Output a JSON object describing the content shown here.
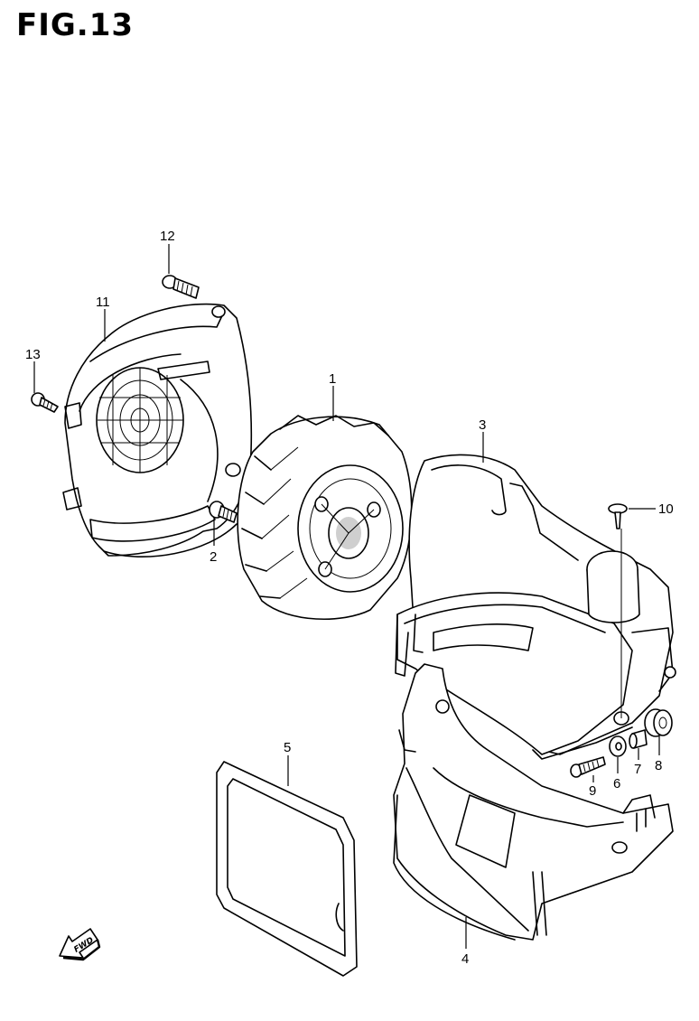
{
  "figure": {
    "title": "FIG.13"
  },
  "callouts": [
    {
      "id": "c1",
      "label": "1"
    },
    {
      "id": "c2",
      "label": "2"
    },
    {
      "id": "c3",
      "label": "3"
    },
    {
      "id": "c4",
      "label": "4"
    },
    {
      "id": "c5",
      "label": "5"
    },
    {
      "id": "c6",
      "label": "6"
    },
    {
      "id": "c7",
      "label": "7"
    },
    {
      "id": "c8",
      "label": "8"
    },
    {
      "id": "c9",
      "label": "9"
    },
    {
      "id": "c10",
      "label": "10"
    },
    {
      "id": "c11",
      "label": "11"
    },
    {
      "id": "c12",
      "label": "12"
    },
    {
      "id": "c13",
      "label": "13"
    }
  ],
  "direction_arrow": {
    "label": "FWD"
  }
}
